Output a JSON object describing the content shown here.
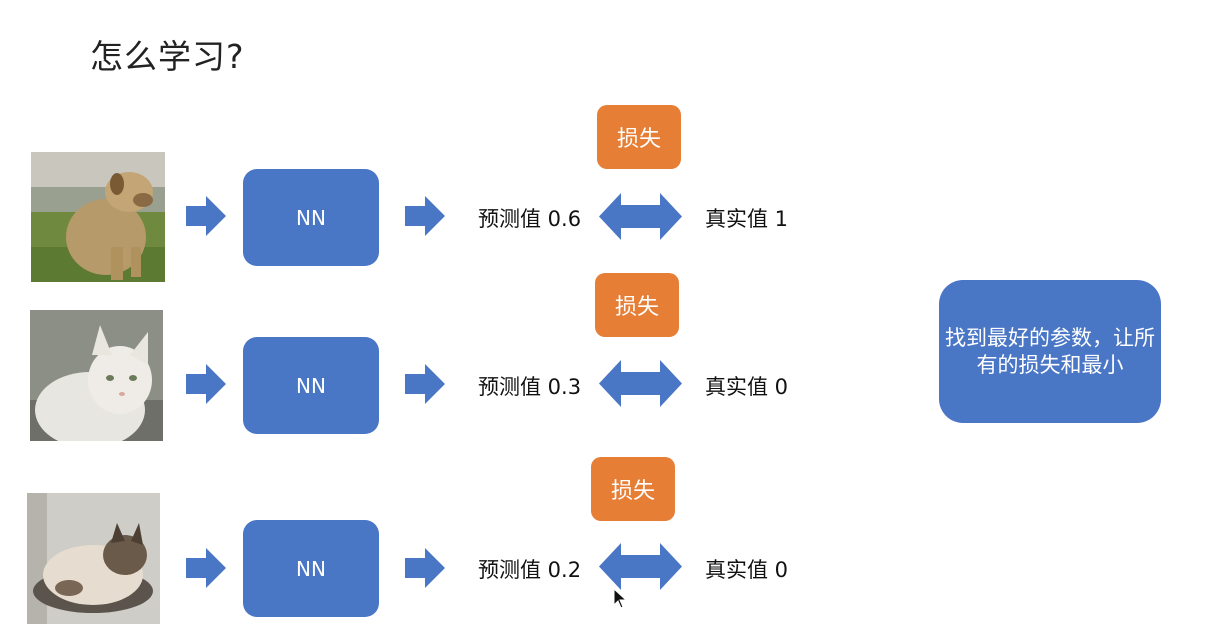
{
  "title": "怎么学习?",
  "rows": [
    {
      "image": "dog",
      "nn": "NN",
      "loss": "损失",
      "predicted": "预测值 0.6",
      "actual": "真实值 1"
    },
    {
      "image": "white-cat",
      "nn": "NN",
      "loss": "损失",
      "predicted": "预测值 0.3",
      "actual": "真实值 0"
    },
    {
      "image": "siamese-cat",
      "nn": "NN",
      "loss": "损失",
      "predicted": "预测值 0.2",
      "actual": "真实值 0"
    }
  ],
  "note": "找到最好的参数，让所有的损失和最小",
  "colors": {
    "box_blue": "#4a76c6",
    "loss_orange": "#e67e36",
    "arrow_blue": "#4a76c6"
  }
}
